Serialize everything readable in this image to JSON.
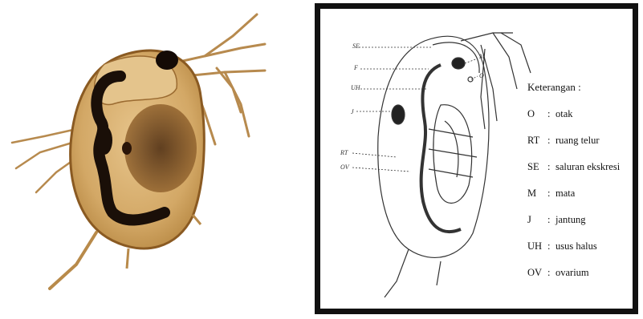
{
  "labels": {
    "se": "SE",
    "f": "F",
    "uh": "UH",
    "j": "J",
    "rt": "RT",
    "ov": "OV",
    "m": "M",
    "o": "O"
  },
  "legend": {
    "title": "Keterangan :",
    "separator": ":",
    "items": [
      {
        "code": "O",
        "text": "otak"
      },
      {
        "code": "RT",
        "text": "ruang telur"
      },
      {
        "code": "SE",
        "text": "saluran ekskresi"
      },
      {
        "code": "M",
        "text": "mata"
      },
      {
        "code": "J",
        "text": "jantung"
      },
      {
        "code": "UH",
        "text": "usus halus"
      },
      {
        "code": "OV",
        "text": "ovarium"
      }
    ]
  },
  "colors": {
    "photo_body": "#d9b27a",
    "photo_outline": "#8a5a22",
    "photo_dark": "#1a0f08",
    "frame": "#111111"
  }
}
